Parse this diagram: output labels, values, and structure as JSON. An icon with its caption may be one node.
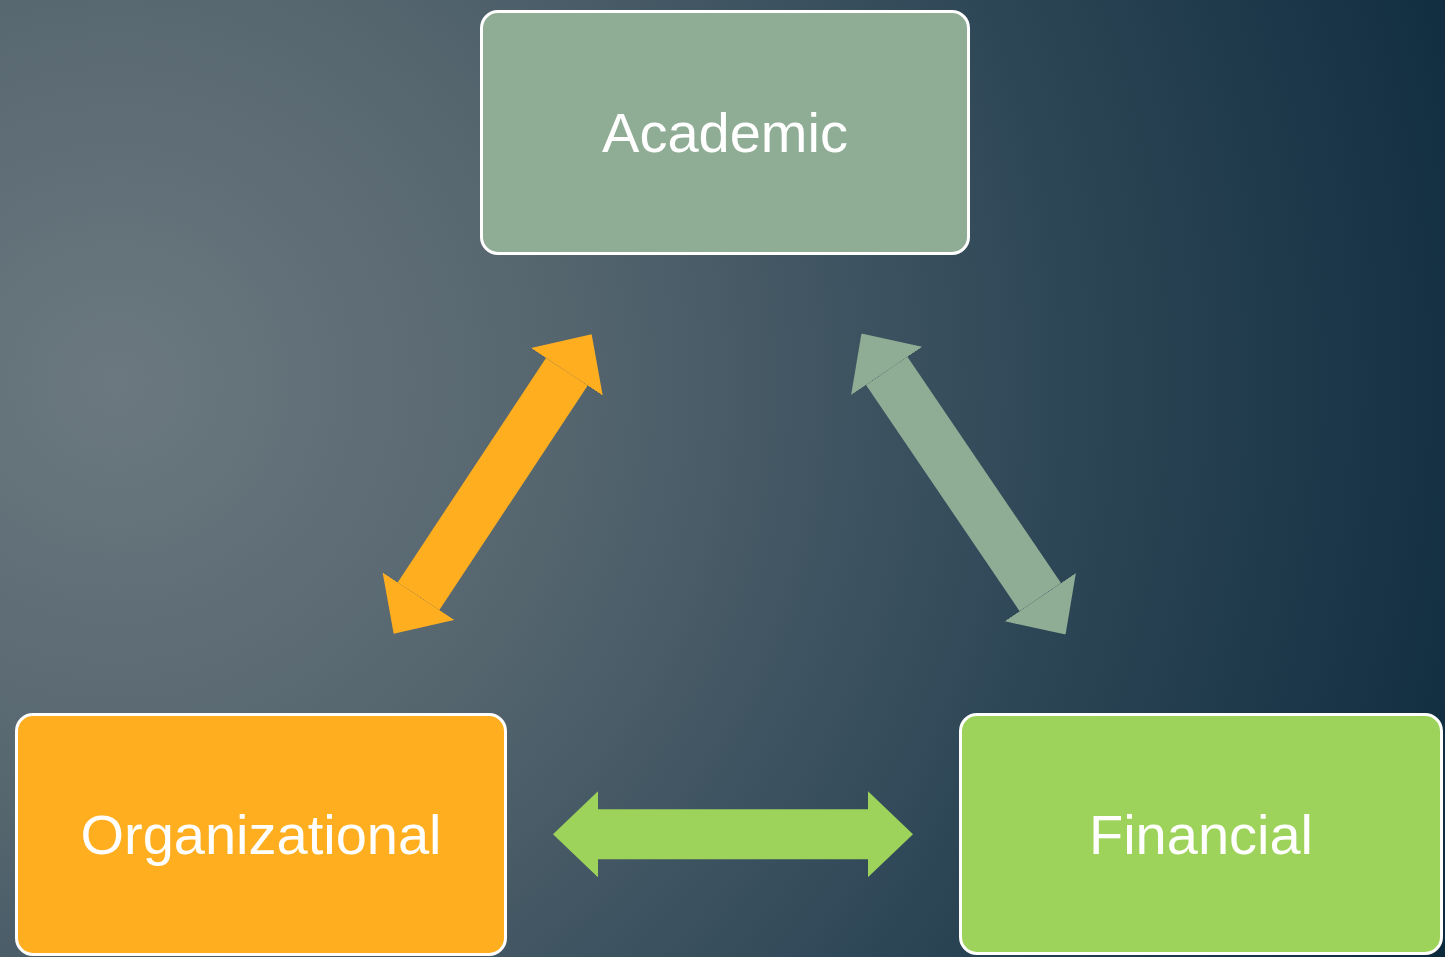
{
  "diagram": {
    "nodes": [
      {
        "text": [
          "Academic"
        ]
      },
      {
        "text": [
          "Organizational"
        ]
      },
      {
        "text": [
          "Financial"
        ]
      }
    ],
    "edges": [
      {
        "from": 1,
        "to": 0,
        "arrow": "both",
        "color": "#ffae1f"
      },
      {
        "from": 0,
        "to": 2,
        "arrow": "both",
        "color": "#8fac95"
      },
      {
        "from": 1,
        "to": 2,
        "arrow": "both",
        "color": "#9dd35a"
      }
    ]
  }
}
